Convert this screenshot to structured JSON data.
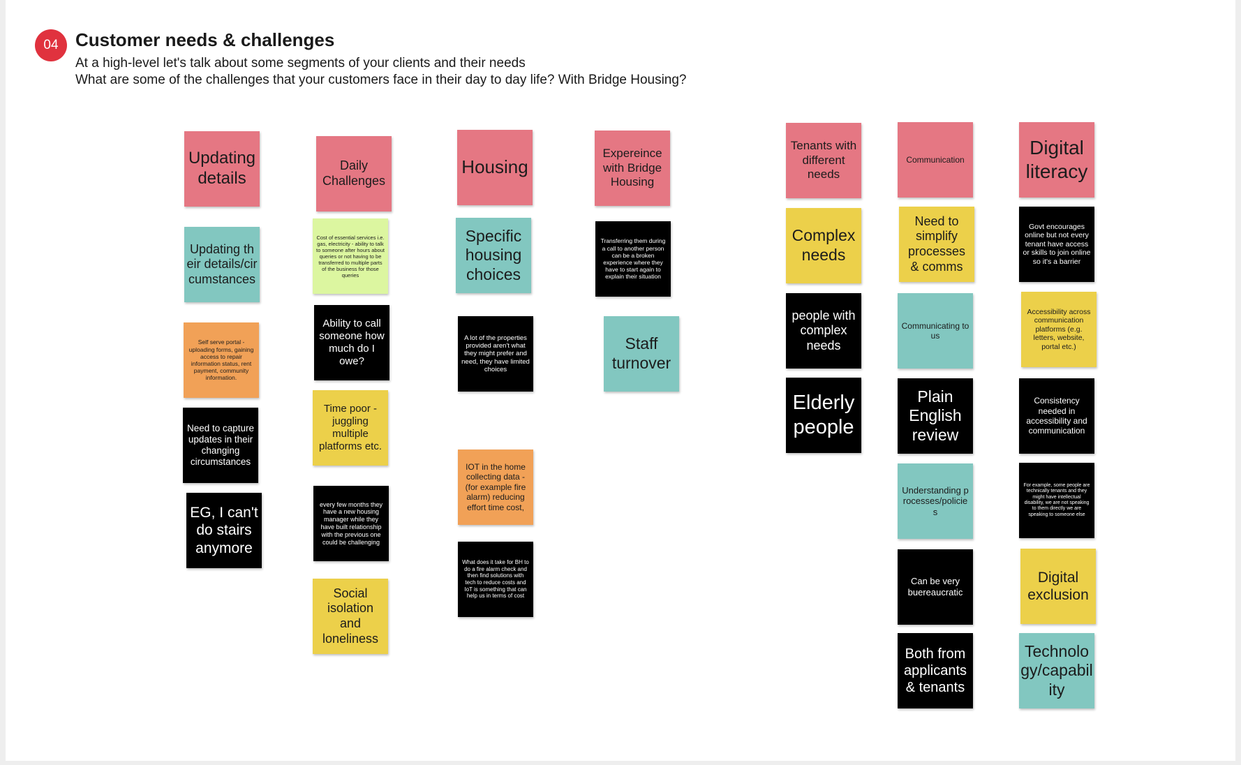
{
  "header": {
    "badge": "04",
    "title": "Customer needs & challenges",
    "subtitle_line1": "At a high-level let's talk about some segments of your clients and their needs",
    "subtitle_line2": "What are some of the challenges that your customers face in their day to day life? With Bridge Housing?"
  },
  "colors": {
    "pink": "#e57783",
    "teal": "#82c7c0",
    "yellow": "#ecd04a",
    "orange": "#f1a157",
    "lime": "#dcf6a0",
    "black": "#000000",
    "badge": "#e0323e"
  },
  "notes": {
    "updating_details": "Updating details",
    "updating_circumstances": "Updating their details/circumstances",
    "self_serve_portal": "Self serve portal - uploading forms, gaining access to repair information status, rent payment, community information.",
    "capture_updates": "Need to capture updates in their changing circumstances",
    "cant_do_stairs": "EG, I can't do stairs anymore",
    "daily_challenges": "Daily Challenges",
    "cost_essential_services": "Cost of essential services i.e. gas, electricity - ability to talk to someone after hours about queries or not having to be transferred to multiple parts of the business for those queries",
    "ability_to_call": "Ability to call someone how much do I owe?",
    "time_poor": "Time poor - juggling multiple platforms etc.",
    "new_housing_manager": "every few months they have a new housing manager while they have built relationship with the previous one could be challenging",
    "social_isolation": "Social isolation and loneliness",
    "housing": "Housing",
    "specific_housing_choices": "Specific housing choices",
    "properties_limited_choices": "A lot of the properties provided aren't what they might prefer and need, they have limited choices",
    "iot_in_home": "IOT in the home collecting data - (for example fire alarm) reducing effort time cost,",
    "fire_alarm_check": "What does it take for BH to do a fire alarm check and then find solutions with tech to reduce costs and IoT is something that can help us in terms of cost",
    "experience_bridge_housing": "Expereince with Bridge Housing",
    "transferring_call": "Transferring them during a call to another person can be a broken experience where they have to start again to explain their situation",
    "staff_turnover": "Staff turnover",
    "tenants_different_needs": "Tenants with different needs",
    "complex_needs": "Complex needs",
    "people_complex_needs": "people with complex needs",
    "elderly_people": "Elderly people",
    "communication": "Communication",
    "simplify_processes": "Need to simplify processes & comms",
    "communicating_to_us": "Communicating to us",
    "plain_english_review": "Plain English review",
    "understanding_processes": "Understanding processes/policies",
    "very_bureaucratic": "Can be very buereaucratic",
    "applicants_tenants": "Both from applicants & tenants",
    "digital_literacy": "Digital literacy",
    "govt_encourages_online": "Govt encourages online but not every tenant have access or skills to join online so it's a barrier",
    "accessibility_platforms": "Accessibility across communication platforms (e.g. letters, website, portal etc.)",
    "consistency_accessibility": "Consistency needed in accessibility and communication",
    "intellectual_disability": "For example, some people are technically tenants and they might have intellectual disability, we are not speaking to them directly we are speaking to someone else",
    "digital_exclusion": "Digital exclusion",
    "technology_capability": "Technology/capability"
  }
}
